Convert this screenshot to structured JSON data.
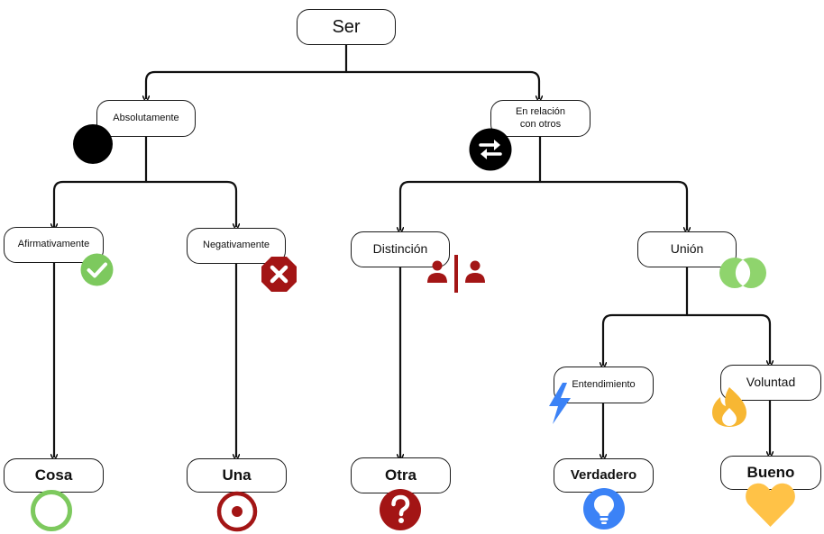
{
  "root": {
    "label": "Ser"
  },
  "level1": {
    "absolute": {
      "label": "Absolutamente",
      "icon": "black-circle-icon",
      "color": "#000000"
    },
    "relative": {
      "label": "En relación\ncon otros",
      "icon": "swap-arrows-icon",
      "color": "#000000"
    }
  },
  "level2": {
    "affirmative": {
      "label": "Afirmativamente",
      "icon": "check-icon",
      "color": "#7dc95e"
    },
    "negative": {
      "label": "Negativamente",
      "icon": "stop-x-icon",
      "color": "#a31515"
    },
    "distinction": {
      "label": "Distinción",
      "icon": "separated-people-icon",
      "color": "#a31515"
    },
    "union": {
      "label": "Unión",
      "icon": "overlapping-circles-icon",
      "color": "#7dc95e"
    }
  },
  "level3": {
    "understanding": {
      "label": "Entendimiento",
      "icon": "lightning-icon",
      "color": "#3b82f6"
    },
    "will": {
      "label": "Voluntad",
      "icon": "flame-icon",
      "color": "#f7b733"
    }
  },
  "leaves": {
    "thing": {
      "label": "Cosa",
      "icon": "ring-icon",
      "color": "#7dc95e"
    },
    "one": {
      "label": "Una",
      "icon": "target-icon",
      "color": "#a31515"
    },
    "other": {
      "label": "Otra",
      "icon": "question-icon",
      "color": "#a31515"
    },
    "true": {
      "label": "Verdadero",
      "icon": "lightbulb-icon",
      "color": "#3b82f6"
    },
    "good": {
      "label": "Bueno",
      "icon": "heart-icon",
      "color": "#ffc247"
    }
  }
}
